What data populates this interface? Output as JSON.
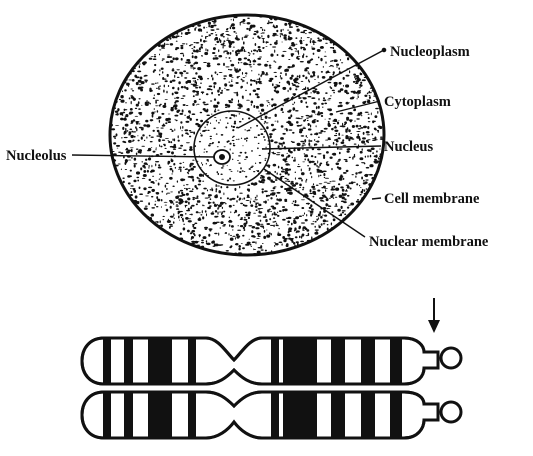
{
  "diagram": {
    "labels": {
      "nucleoplasm": "Nucleoplasm",
      "cytoplasm": "Cytoplasm",
      "nucleolus": "Nucleolus",
      "nucleus": "Nucleus",
      "cell_membrane": "Cell membrane",
      "nuclear_membrane": "Nuclear membrane"
    },
    "colors": {
      "ink": "#111111",
      "background": "#ffffff"
    },
    "icons": {
      "pointer": "down-arrow-icon"
    }
  }
}
